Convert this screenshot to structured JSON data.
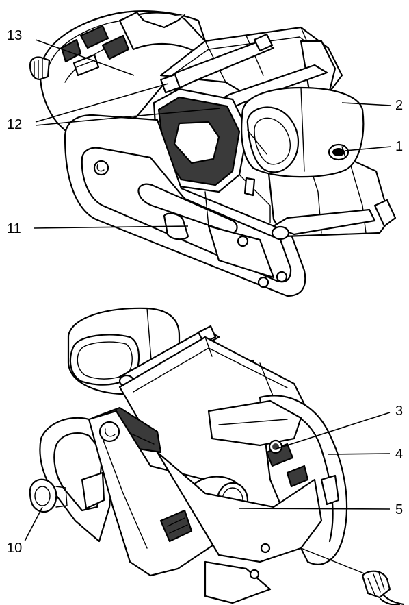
{
  "callouts": [
    {
      "id": "c13",
      "text": "13"
    },
    {
      "id": "c12",
      "text": "12"
    },
    {
      "id": "c2",
      "text": "2"
    },
    {
      "id": "c1",
      "text": "1"
    },
    {
      "id": "c11",
      "text": "11"
    },
    {
      "id": "c3",
      "text": "3"
    },
    {
      "id": "c4",
      "text": "4"
    },
    {
      "id": "c10",
      "text": "10"
    },
    {
      "id": "c5",
      "text": "5"
    }
  ]
}
